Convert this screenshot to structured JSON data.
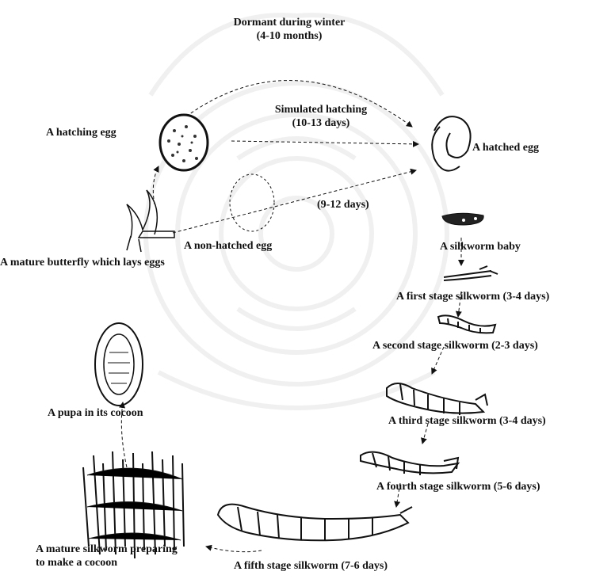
{
  "labels": {
    "dormant_line1": "Dormant during winter",
    "dormant_line2": "(4-10 months)",
    "simulated_line1": "Simulated hatching",
    "simulated_line2": "(10-13 days)",
    "hatching_egg": "A hatching egg",
    "hatched_egg": "A hatched egg",
    "nonhatched_duration": "(9-12 days)",
    "nonhatched_egg": "A non-hatched egg",
    "butterfly": "A mature butterfly which lays eggs",
    "silkworm_baby": "A silkworm baby",
    "first_stage": "A first stage silkworm (3-4 days)",
    "second_stage": "A second stage silkworm (2-3 days)",
    "third_stage": "A third stage silkworm (3-4 days)",
    "fourth_stage": "A fourth stage silkworm (5-6 days)",
    "fifth_stage": "A fifth stage silkworm (7-6 days)",
    "pupa": "A pupa in its cocoon",
    "mature_line1": "A mature silkworm preparing",
    "mature_line2": "to make a cocoon"
  },
  "colors": {
    "ink": "#111111",
    "watermark": "#8a8a8a"
  },
  "icons": {
    "watermark": "university-seal-watermark",
    "egg": "egg-icon",
    "larva": "silkworm-icon",
    "moth": "moth-icon",
    "pupa": "pupa-icon",
    "cocoon": "cocoon-icon"
  }
}
